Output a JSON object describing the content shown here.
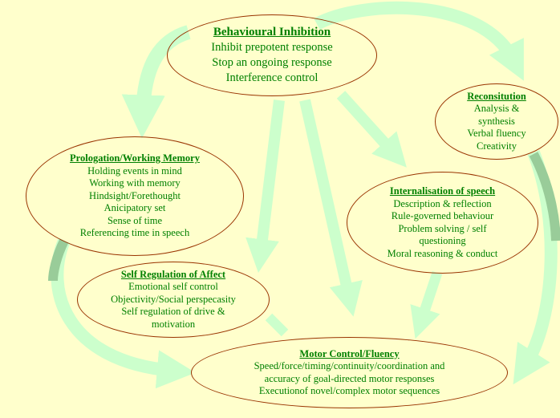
{
  "colors": {
    "background": "#FFFFCC",
    "ellipse_border": "#993300",
    "text": "#008000",
    "arrow": "#CCFFCC",
    "arrow_shadow": "#99CC99"
  },
  "nodes": {
    "behavioural": {
      "title": "Behavioural Inhibition",
      "items": [
        "Inhibit prepotent response",
        "Stop an ongoing response",
        "Interference control"
      ]
    },
    "reconstitution": {
      "title": "Reconsitution",
      "items": [
        "Analysis &",
        "synthesis",
        "Verbal fluency",
        "Creativity"
      ]
    },
    "working_memory": {
      "title": "Prologation/Working Memory",
      "items": [
        "Holding events in mind",
        "Working with memory",
        "Hindsight/Forethought",
        "Anicipatory set",
        "Sense of time",
        "Referencing time in speech"
      ]
    },
    "internalisation": {
      "title": "Internalisation of speech",
      "items": [
        "Description & reflection",
        "Rule-governed behaviour",
        "Problem solving / self",
        "questioning",
        "Moral reasoning & conduct"
      ]
    },
    "affect": {
      "title": "Self Regulation of Affect",
      "items": [
        "Emotional self control",
        "Objectivity/Social perspecasity",
        "Self regulation of drive &",
        "motivation"
      ]
    },
    "motor": {
      "title": "Motor Control/Fluency",
      "items": [
        "Speed/force/timing/continuity/coordination and",
        "accuracy of goal-directed motor responses",
        "Executionof novel/complex motor sequences"
      ]
    }
  }
}
